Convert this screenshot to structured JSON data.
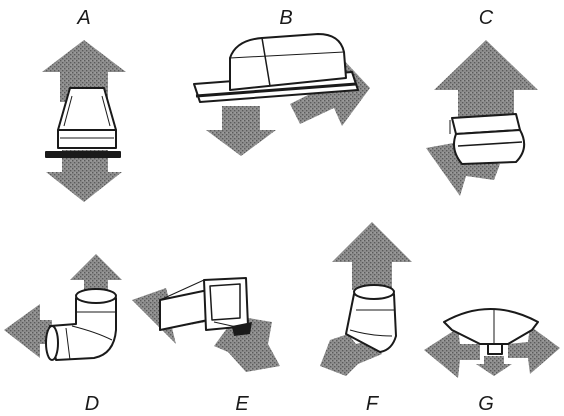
{
  "labels": {
    "a": "A",
    "b": "B",
    "c": "C",
    "d": "D",
    "e": "E",
    "f": "F",
    "g": "G"
  },
  "colors": {
    "arrow_fill": "#8c8c8c",
    "arrow_stipple": "#5a5a5a",
    "outline": "#1a1a1a",
    "metal": "#ffffff"
  }
}
